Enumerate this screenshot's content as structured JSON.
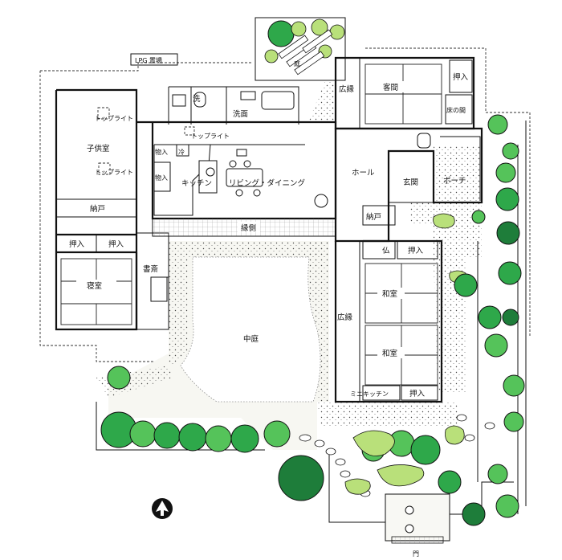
{
  "rooms": {
    "lpg": "LPG 置場",
    "toplight_1": "トップライト",
    "toplight_2": "トップライト",
    "toplight_3": "トップライト",
    "kodomo": "子供室",
    "nando_1": "納戸",
    "oshiire_1": "押入",
    "oshiire_2": "押入",
    "shinshitsu": "寝室",
    "shosai": "書斎",
    "sen": "洗",
    "senmen": "洗面",
    "butsuiri_1": "物入",
    "rei": "冷",
    "butsuiri_2": "物入",
    "kitchen": "キッチン",
    "living": "リビング・ダイニング",
    "engawa_mid": "縁側",
    "niwa_top": "庭",
    "kouen_1": "広縁",
    "kyakuma": "客間",
    "oshiire_3": "押入",
    "tokonoma": "床の間",
    "hall": "ホール",
    "genkan": "玄関",
    "porch": "ポーチ",
    "nando_2": "納戸",
    "butsu": "仏",
    "oshiire_4": "押入",
    "washitsu_1": "和室",
    "washitsu_2": "和室",
    "kouen_2": "広縁",
    "minikitchen": "ミニキッチン",
    "oshiire_5": "押入",
    "nakaniwa": "中庭",
    "mon": "門"
  },
  "colors": {
    "tree_light": "#55c35a",
    "tree_mid": "#2ea84a",
    "tree_dark": "#1e7d3a",
    "shrub": "#b9e07a",
    "wall": "#111111"
  },
  "icons": {
    "north": "north-arrow-icon"
  }
}
